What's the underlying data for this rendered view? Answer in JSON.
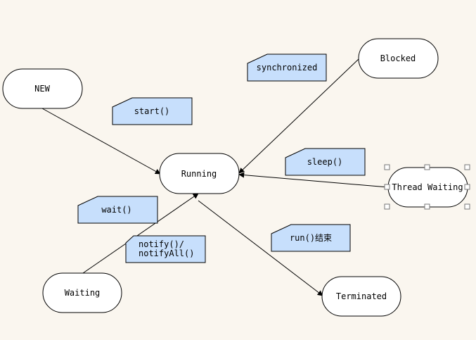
{
  "states": {
    "new": "NEW",
    "running": "Running",
    "blocked": "Blocked",
    "thread_waiting": "Thread Waiting",
    "waiting": "Waiting",
    "terminated": "Terminated"
  },
  "notes": {
    "synchronized": "synchronized",
    "start": "start()",
    "sleep": "sleep()",
    "wait": "wait()",
    "notify_line1": "notify()/",
    "notify_line2": "notifyAll()",
    "run_end": "run()结束"
  },
  "colors": {
    "background": "#faf6ef",
    "note_fill": "#c7dffc",
    "state_fill": "#ffffff",
    "stroke": "#000000"
  }
}
